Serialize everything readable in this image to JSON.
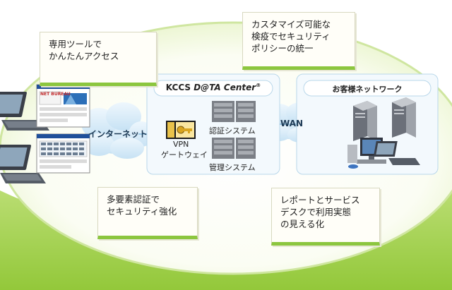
{
  "notes": {
    "tool": [
      "専用ツールで",
      "かんたんアクセス"
    ],
    "policy": [
      "カスタマイズ可能な",
      "検疫でセキュリティ",
      "ポリシーの統一"
    ],
    "auth": [
      "多要素認証で",
      "セキュリティ強化"
    ],
    "report": [
      "レポートとサービス",
      "デスクで利用実態",
      "の見える化"
    ]
  },
  "datacenter": {
    "title_prefix": "KCCS ",
    "title_logo": "D@TA Center",
    "title_mark": "®",
    "vpn_label": [
      "VPN",
      "ゲートウェイ"
    ],
    "auth_system": "認証システム",
    "mgmt_system": "管理システム"
  },
  "internet_label": "インターネット",
  "wan_label": "WAN",
  "customer_network": "お客様ネットワーク",
  "screen_logo": "NET BUREAU",
  "colors": {
    "green": "#8cc63f",
    "cloud": "#d8ecf8",
    "accent_red": "#c0282a"
  }
}
